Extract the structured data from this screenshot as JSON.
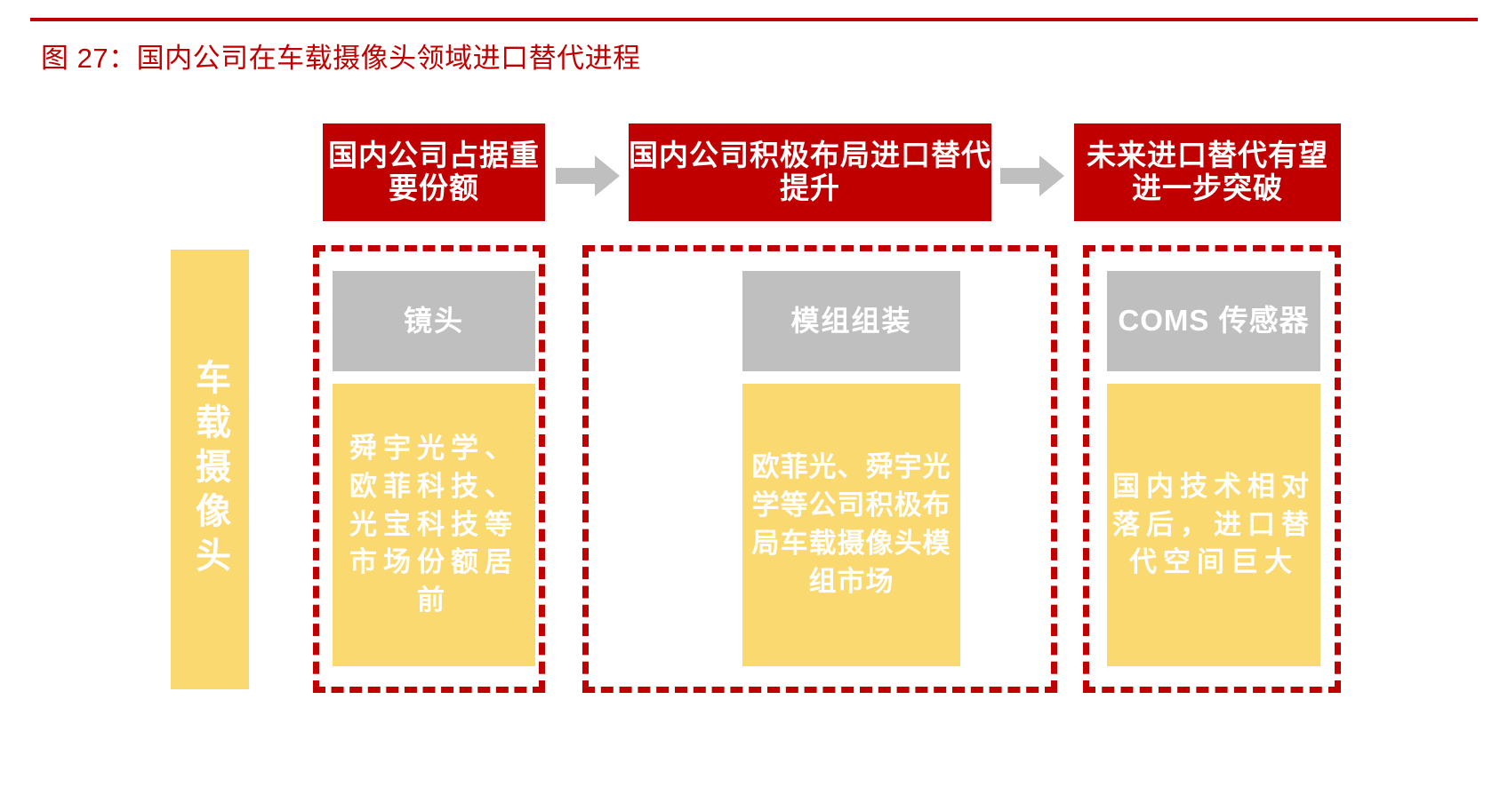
{
  "figure": {
    "title": "图 27：国内公司在车载摄像头领域进口替代进程",
    "accent_red": "#C00000",
    "yellow": "#FAD971",
    "gray": "#BFBFBF"
  },
  "stages": [
    {
      "label": "国内公司占据重要份额"
    },
    {
      "label": "国内公司积极布局进口替代提升"
    },
    {
      "label": "未来进口替代有望进一步突破"
    }
  ],
  "arrows": [
    {
      "name": "stage-arrow-1"
    },
    {
      "name": "stage-arrow-2"
    }
  ],
  "category": {
    "label": "车载摄像头"
  },
  "columns": [
    {
      "header": "镜头",
      "body": "舜宇光学、欧菲科技、光宝科技等市场份额居前"
    },
    {
      "header": "模组组装",
      "body": "欧菲光、舜宇光学等公司积极布局车载摄像头模组市场"
    },
    {
      "header": "COMS 传感器",
      "body": "国内技术相对落后，进口替代空间巨大"
    }
  ]
}
